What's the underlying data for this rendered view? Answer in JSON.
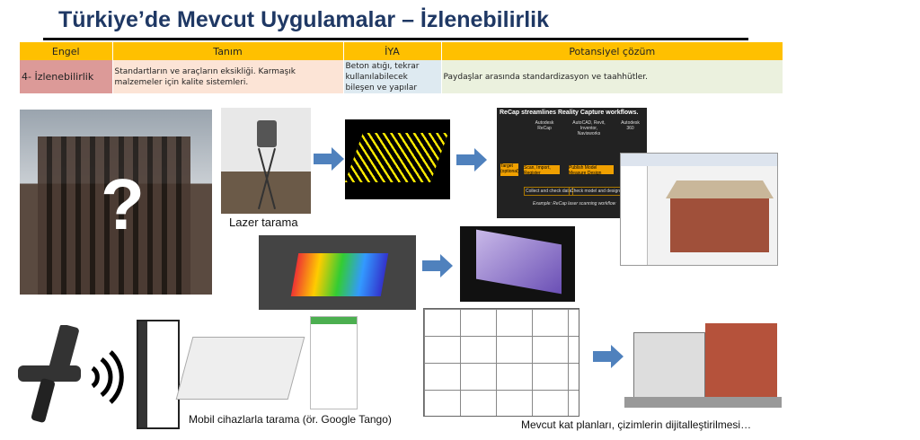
{
  "title": "Türkiye’de Mevcut Uygulamalar – İzlenebilirlik",
  "table": {
    "headers": [
      "Engel",
      "Tanım",
      "İYA",
      "Potansiyel çözüm"
    ],
    "row": {
      "engel": "4- İzlenebilirlik",
      "tanim": "Standartların ve araçların eksikliği. Karmaşık malzemeler için kalite sistemleri.",
      "iya": "Beton atığı, tekrar kullanılabilecek bileşen ve yapılar",
      "cozum": "Paydaşlar arasında standardizasyon ve taahhütler."
    }
  },
  "building_mark": "?",
  "captions": {
    "laser": "Lazer tarama",
    "mobile": "Mobil cihazlarla tarama (ör. Google Tango)",
    "plans": "Mevcut kat planları, çizimlerin dijitalleştirilmesi…"
  },
  "recap": {
    "title": "ReCap streamlines Reality Capture workflows.",
    "col1": "Autodesk ReCap",
    "col2": "AutoCAD, Revit, Inventor, Navisworks",
    "col3": "Autodesk 360",
    "step0": "Target (optional)",
    "step1": "Scan, Import, Register",
    "step2": "Publish Model Measure Design",
    "check1": "Collect and check data",
    "check2": "Check model and design",
    "footer": "Example: ReCap laser scanning workflow"
  },
  "colors": {
    "title": "#1f3864",
    "header": "#ffc000",
    "arrow": "#4f81bd"
  }
}
